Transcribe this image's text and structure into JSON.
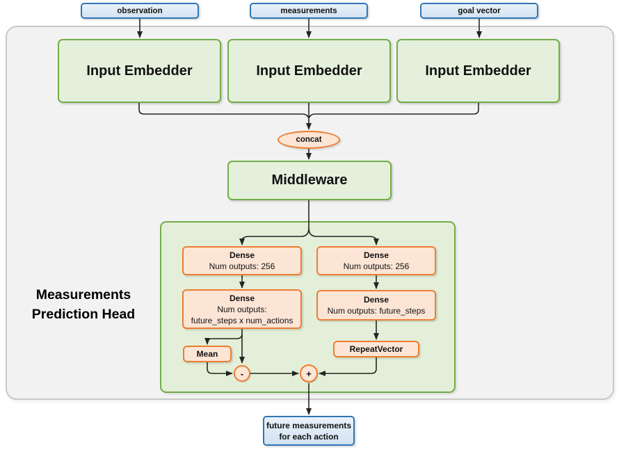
{
  "colors": {
    "green_border": "#70AD47",
    "green_fill": "#E5F0DC",
    "container_fill": "#E3EFD8",
    "orange_border": "#ED7D31",
    "orange_fill": "#FCE5D5",
    "blue_border": "#2E75B6",
    "blue_fill": "#DDE9F6",
    "panel_fill": "#F2F2F2",
    "line": "#242424"
  },
  "inputs": {
    "observation": "observation",
    "measurements": "measurements",
    "goal_vector": "goal vector"
  },
  "embedders": {
    "first": "Input Embedder",
    "second": "Input Embedder",
    "third": "Input Embedder"
  },
  "concat": "concat",
  "middleware": "Middleware",
  "head": {
    "title": "Measurements Prediction Head",
    "left": {
      "dense1": {
        "line1": "Dense",
        "line2": "Num outputs: 256"
      },
      "dense2": {
        "line1": "Dense",
        "line2": "Num outputs:",
        "line3": "future_steps x num_actions"
      },
      "mean": "Mean",
      "minus": "-"
    },
    "right": {
      "dense1": {
        "line1": "Dense",
        "line2": "Num outputs: 256"
      },
      "dense2": {
        "line1": "Dense",
        "line2": "Num outputs: future_steps"
      },
      "repeat_vector": "RepeatVector",
      "plus": "+"
    }
  },
  "output": {
    "line1": "future measurements",
    "line2": "for each action"
  }
}
